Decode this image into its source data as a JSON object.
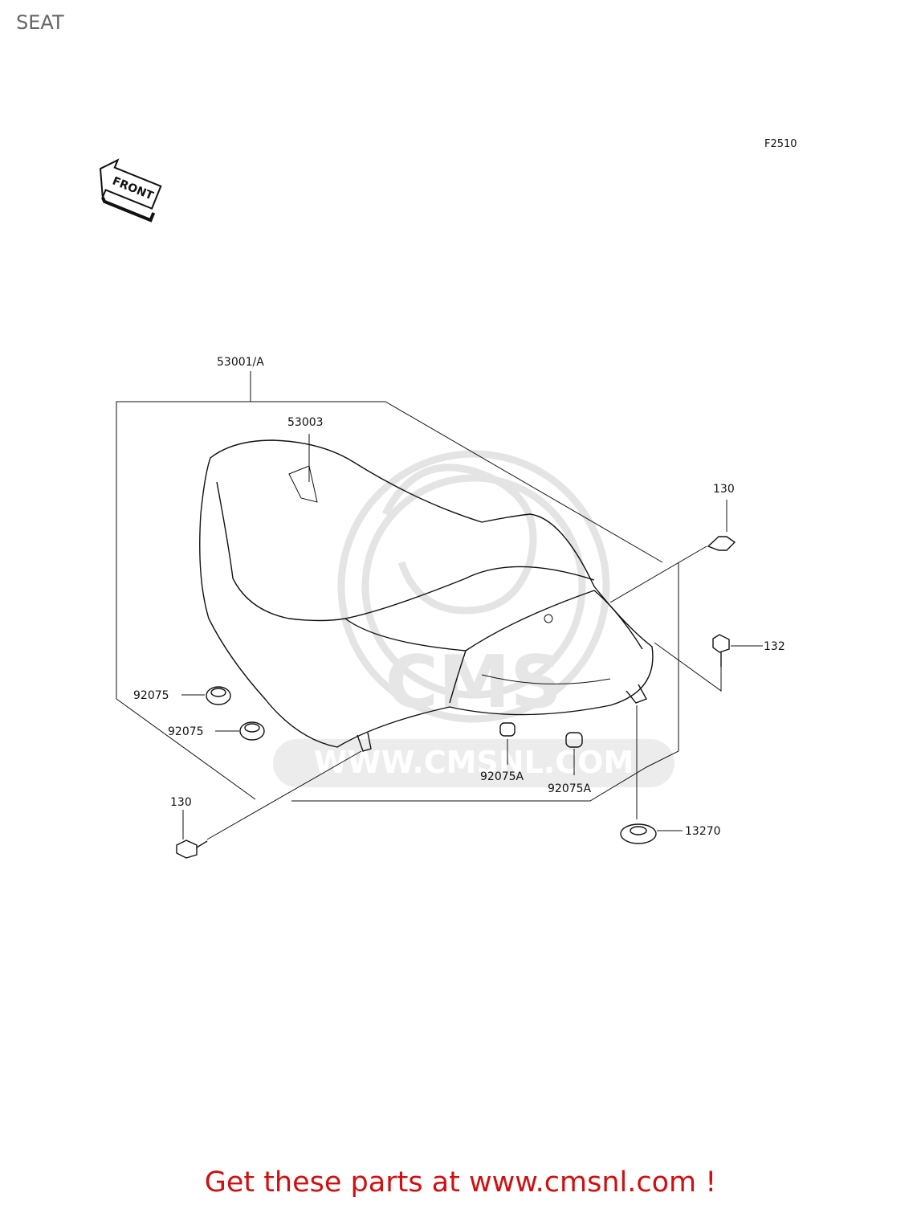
{
  "page_title": "SEAT",
  "figure_code": "F2510",
  "front_marker": "FRONT",
  "watermark": "WWW.CMSNL.COM",
  "callouts": {
    "seat_assembly": "53001/A",
    "strap": "53003",
    "bolt_right": "130",
    "bolt_left": "130",
    "bolt_132": "132",
    "damper_1": "92075",
    "damper_2": "92075",
    "damper_a1": "92075A",
    "damper_a2": "92075A",
    "lock": "13270"
  },
  "promo_text": "Get these parts at www.cmsnl.com !"
}
